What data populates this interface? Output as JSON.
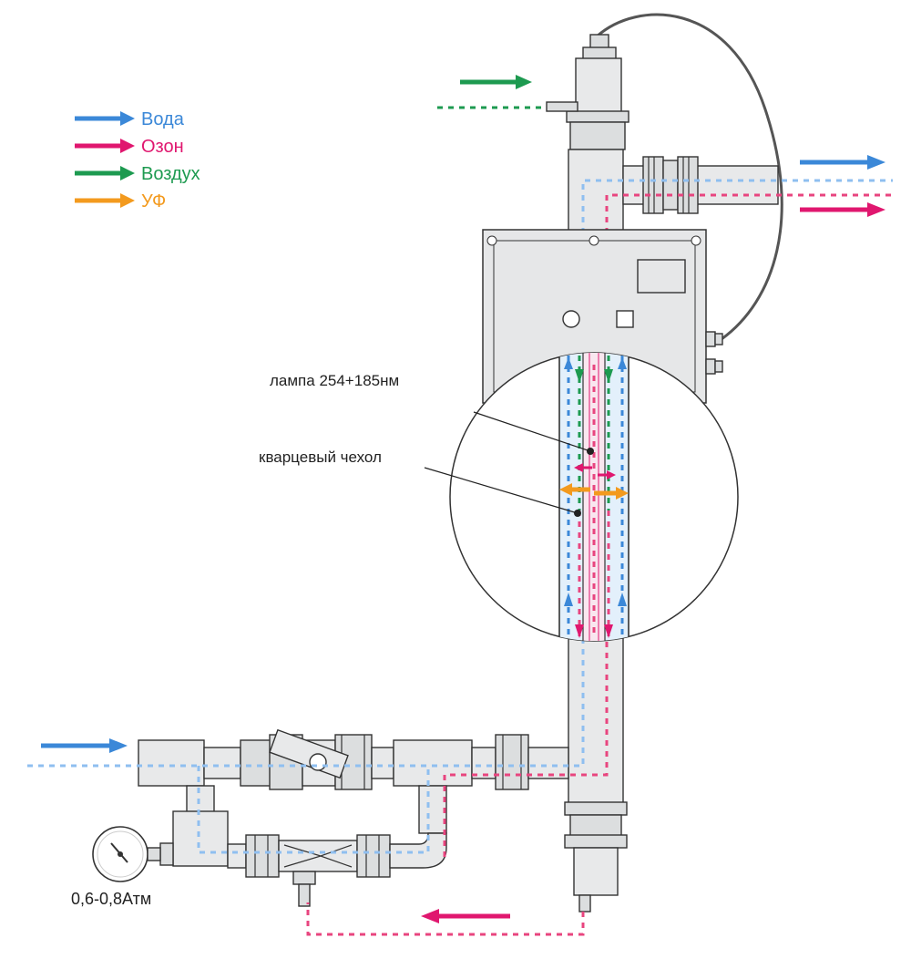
{
  "colors": {
    "water": "#3b88d8",
    "ozone": "#e0176f",
    "air": "#1d9a50",
    "uv": "#f39a1e"
  },
  "legend": [
    {
      "label": "Вода",
      "color": "#3b88d8"
    },
    {
      "label": "Озон",
      "color": "#e0176f"
    },
    {
      "label": "Воздух",
      "color": "#1d9a50"
    },
    {
      "label": "УФ",
      "color": "#f39a1e"
    }
  ],
  "callouts": {
    "lamp": "лампа 254+185нм",
    "sleeve": "кварцевый чехол",
    "pressure": "0,6-0,8Атм"
  }
}
